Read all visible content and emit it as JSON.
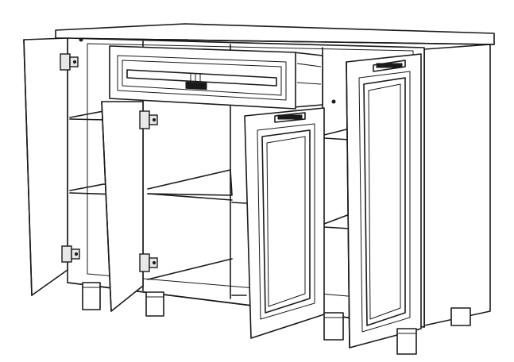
{
  "figure": {
    "subject": "sideboard-cabinet-assembly-illustration",
    "colors": {
      "line": "#1a1a1a",
      "background": "#ffffff",
      "panel": "#ffffff"
    },
    "parts": [
      "countertop",
      "cabinet-body",
      "drawer",
      "left-door-outer",
      "left-door-inner",
      "center-door",
      "right-door",
      "shelves",
      "hinges",
      "legs",
      "handles"
    ]
  }
}
